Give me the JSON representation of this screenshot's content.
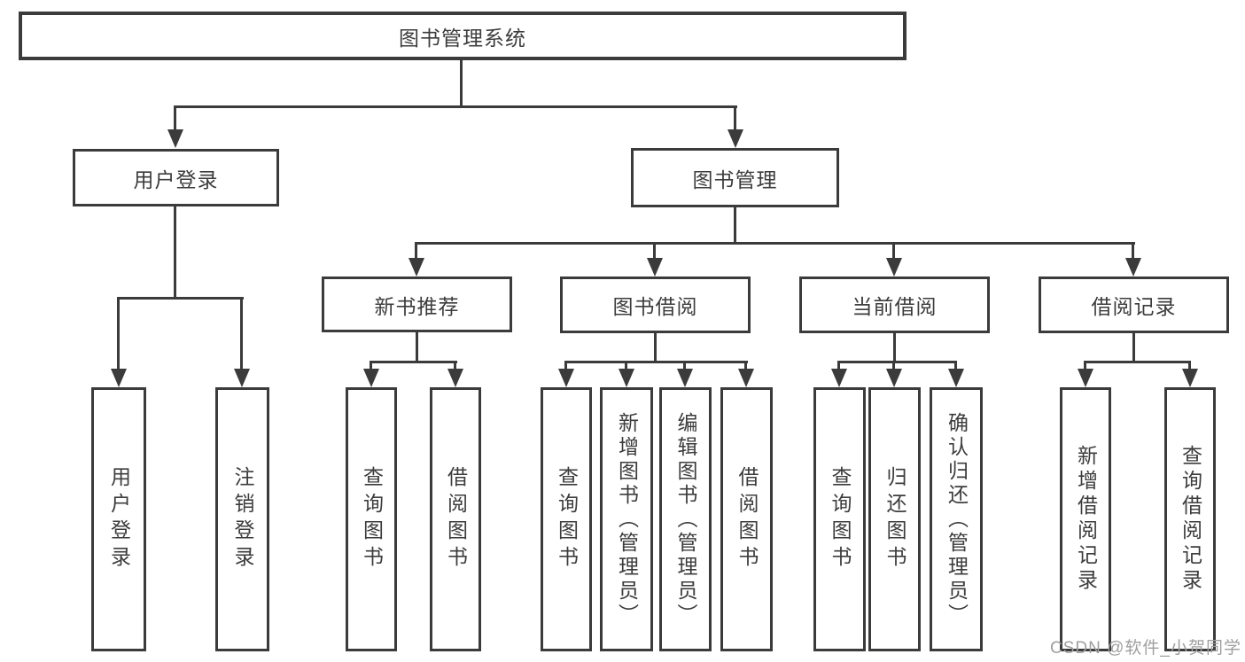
{
  "diagram": {
    "title": "图书管理系统",
    "colors": {
      "line": "#3b3b3b",
      "text": "#3c3c3c",
      "watermark": "#9f9f9f",
      "background": "#ffffff"
    },
    "nodes": {
      "root": "图书管理系统",
      "user_login": "用户登录",
      "book_mgmt": "图书管理",
      "new_book_rec": "新书推荐",
      "book_borrow": "图书借阅",
      "current_borrow": "当前借阅",
      "borrow_record": "借阅记录",
      "leaf_user_login": "用户登录",
      "leaf_logout": "注销登录",
      "leaf_rec_query": "查询图书",
      "leaf_rec_borrow": "借阅图书",
      "leaf_bb_query": "查询图书",
      "leaf_bb_add": "新增图书（管理员）",
      "leaf_bb_edit": "编辑图书（管理员）",
      "leaf_bb_borrow": "借阅图书",
      "leaf_cb_query": "查询图书",
      "leaf_cb_return": "归还图书",
      "leaf_cb_confirm": "确认归还（管理员）",
      "leaf_br_add": "新增借阅记录",
      "leaf_br_query": "查询借阅记录"
    },
    "watermark": "CSDN @软件_小贺同学"
  }
}
